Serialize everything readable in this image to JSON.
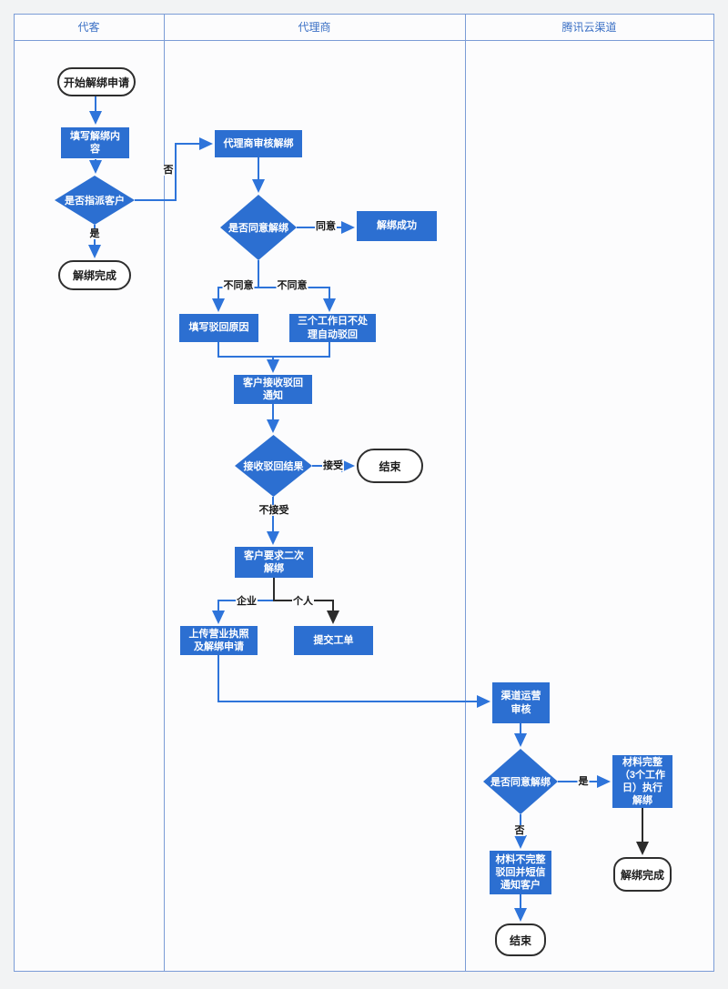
{
  "diagram": {
    "lanes": [
      {
        "label": "代客"
      },
      {
        "label": "代理商"
      },
      {
        "label": "腾讯云渠道"
      }
    ],
    "nodes": {
      "start": "开始解绑申请",
      "fill_content": "填写解绑内\n容",
      "assign_decision": "是否指派客户",
      "done1": "解绑完成",
      "agent_review": "代理商审核解绑",
      "agree_decision": "是否同意解绑",
      "success": "解绑成功",
      "reject_reason": "填写驳回原因",
      "auto_reject": "三个工作日不处\n理自动驳回",
      "notify": "客户接收驳回\n通知",
      "result_decision": "接收驳回结果",
      "end1": "结束",
      "second_unbind": "客户要求二次\n解绑",
      "upload": "上传营业执照\n及解绑申请",
      "ticket": "提交工单",
      "channel_review": "渠道运营\n审核",
      "channel_decision": "是否同意解绑",
      "material_ok": "材料完整\n（3个工作\n日）执行\n解绑",
      "done2": "解绑完成",
      "material_bad": "材料不完整\n驳回并短信\n通知客户",
      "end2": "结束"
    },
    "edge_labels": {
      "no1": "否",
      "yes1": "是",
      "agree": "同意",
      "disagree_left": "不同意",
      "disagree_right": "不同意",
      "accept": "接受",
      "not_accept": "不接受",
      "enterprise": "企业",
      "personal": "个人",
      "yes2": "是",
      "no2": "否"
    },
    "colors": {
      "shape_fill": "#2c6fd1",
      "connector_blue": "#2e74da",
      "connector_black": "#2b2b2b",
      "frame_border": "#7b9cd6",
      "lane_title": "#3b70c5"
    }
  }
}
